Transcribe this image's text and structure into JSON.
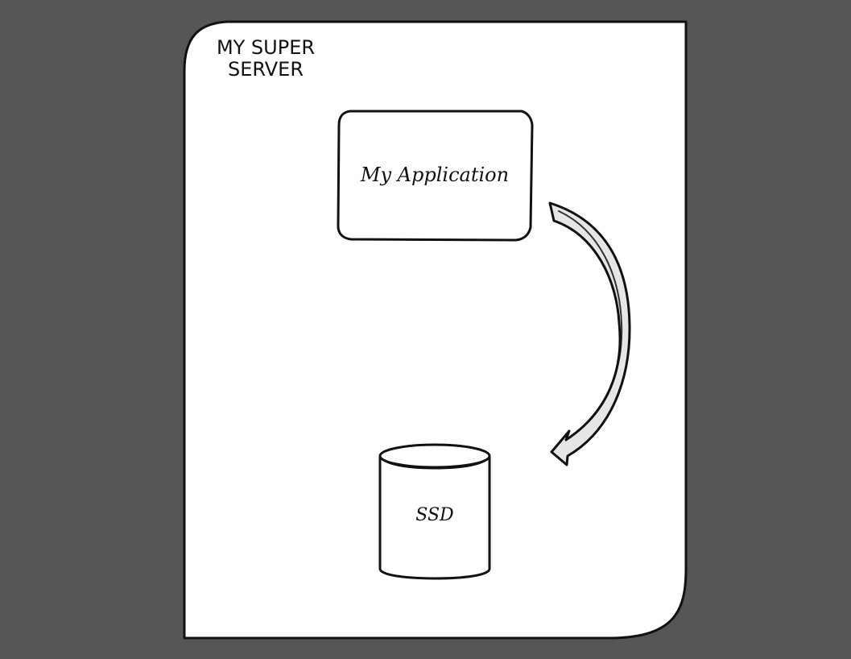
{
  "diagram": {
    "server": {
      "title_line1": "MY SUPER",
      "title_line2": "SERVER"
    },
    "application": {
      "label": "My Application"
    },
    "storage": {
      "label": "SSD"
    }
  },
  "colors": {
    "background": "#565656",
    "panel": "#ffffff",
    "outline": "#111111",
    "arrow_fill": "#e6e6e6"
  }
}
